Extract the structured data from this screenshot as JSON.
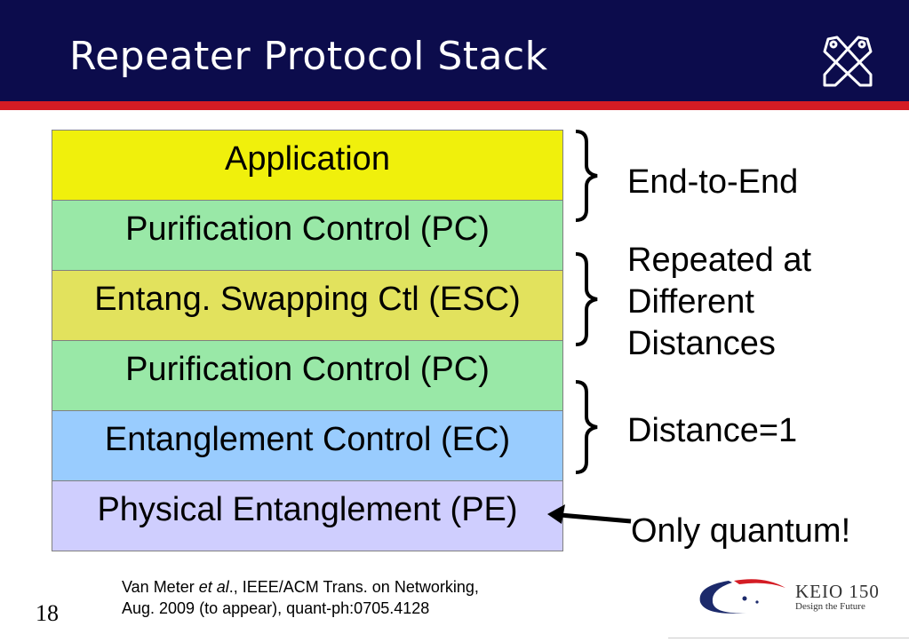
{
  "slide": {
    "title": "Repeater Protocol Stack",
    "page_number": "18"
  },
  "stack": {
    "layers": [
      {
        "label": "Application",
        "color": "#f0f00c"
      },
      {
        "label": "Purification Control (PC)",
        "color": "#99e8a7"
      },
      {
        "label": "Entang. Swapping Ctl (ESC)",
        "color": "#e2e25d"
      },
      {
        "label": "Purification Control (PC)",
        "color": "#99e8a7"
      },
      {
        "label": "Entanglement Control (EC)",
        "color": "#99ccfe"
      },
      {
        "label": "Physical Entanglement (PE)",
        "color": "#cfcefe"
      }
    ]
  },
  "annotations": {
    "end_to_end": "End-to-End",
    "repeated_line1": "Repeated at",
    "repeated_line2": "Different",
    "repeated_line3": "Distances",
    "distance_one": "Distance=1",
    "only_quantum": "Only quantum!"
  },
  "citation": {
    "authors": "Van Meter ",
    "etal": "et al",
    "rest_line1": "., IEEE/ACM Trans. on Networking,",
    "line2": "Aug. 2009 (to appear), quant-ph:0705.4128"
  },
  "footer_logo": {
    "name": "KEIO 150",
    "tagline": "Design the Future"
  },
  "colors": {
    "header_bg": "#0c0c4c",
    "accent_red": "#d41c24",
    "keio_blue": "#1c2a6b"
  }
}
